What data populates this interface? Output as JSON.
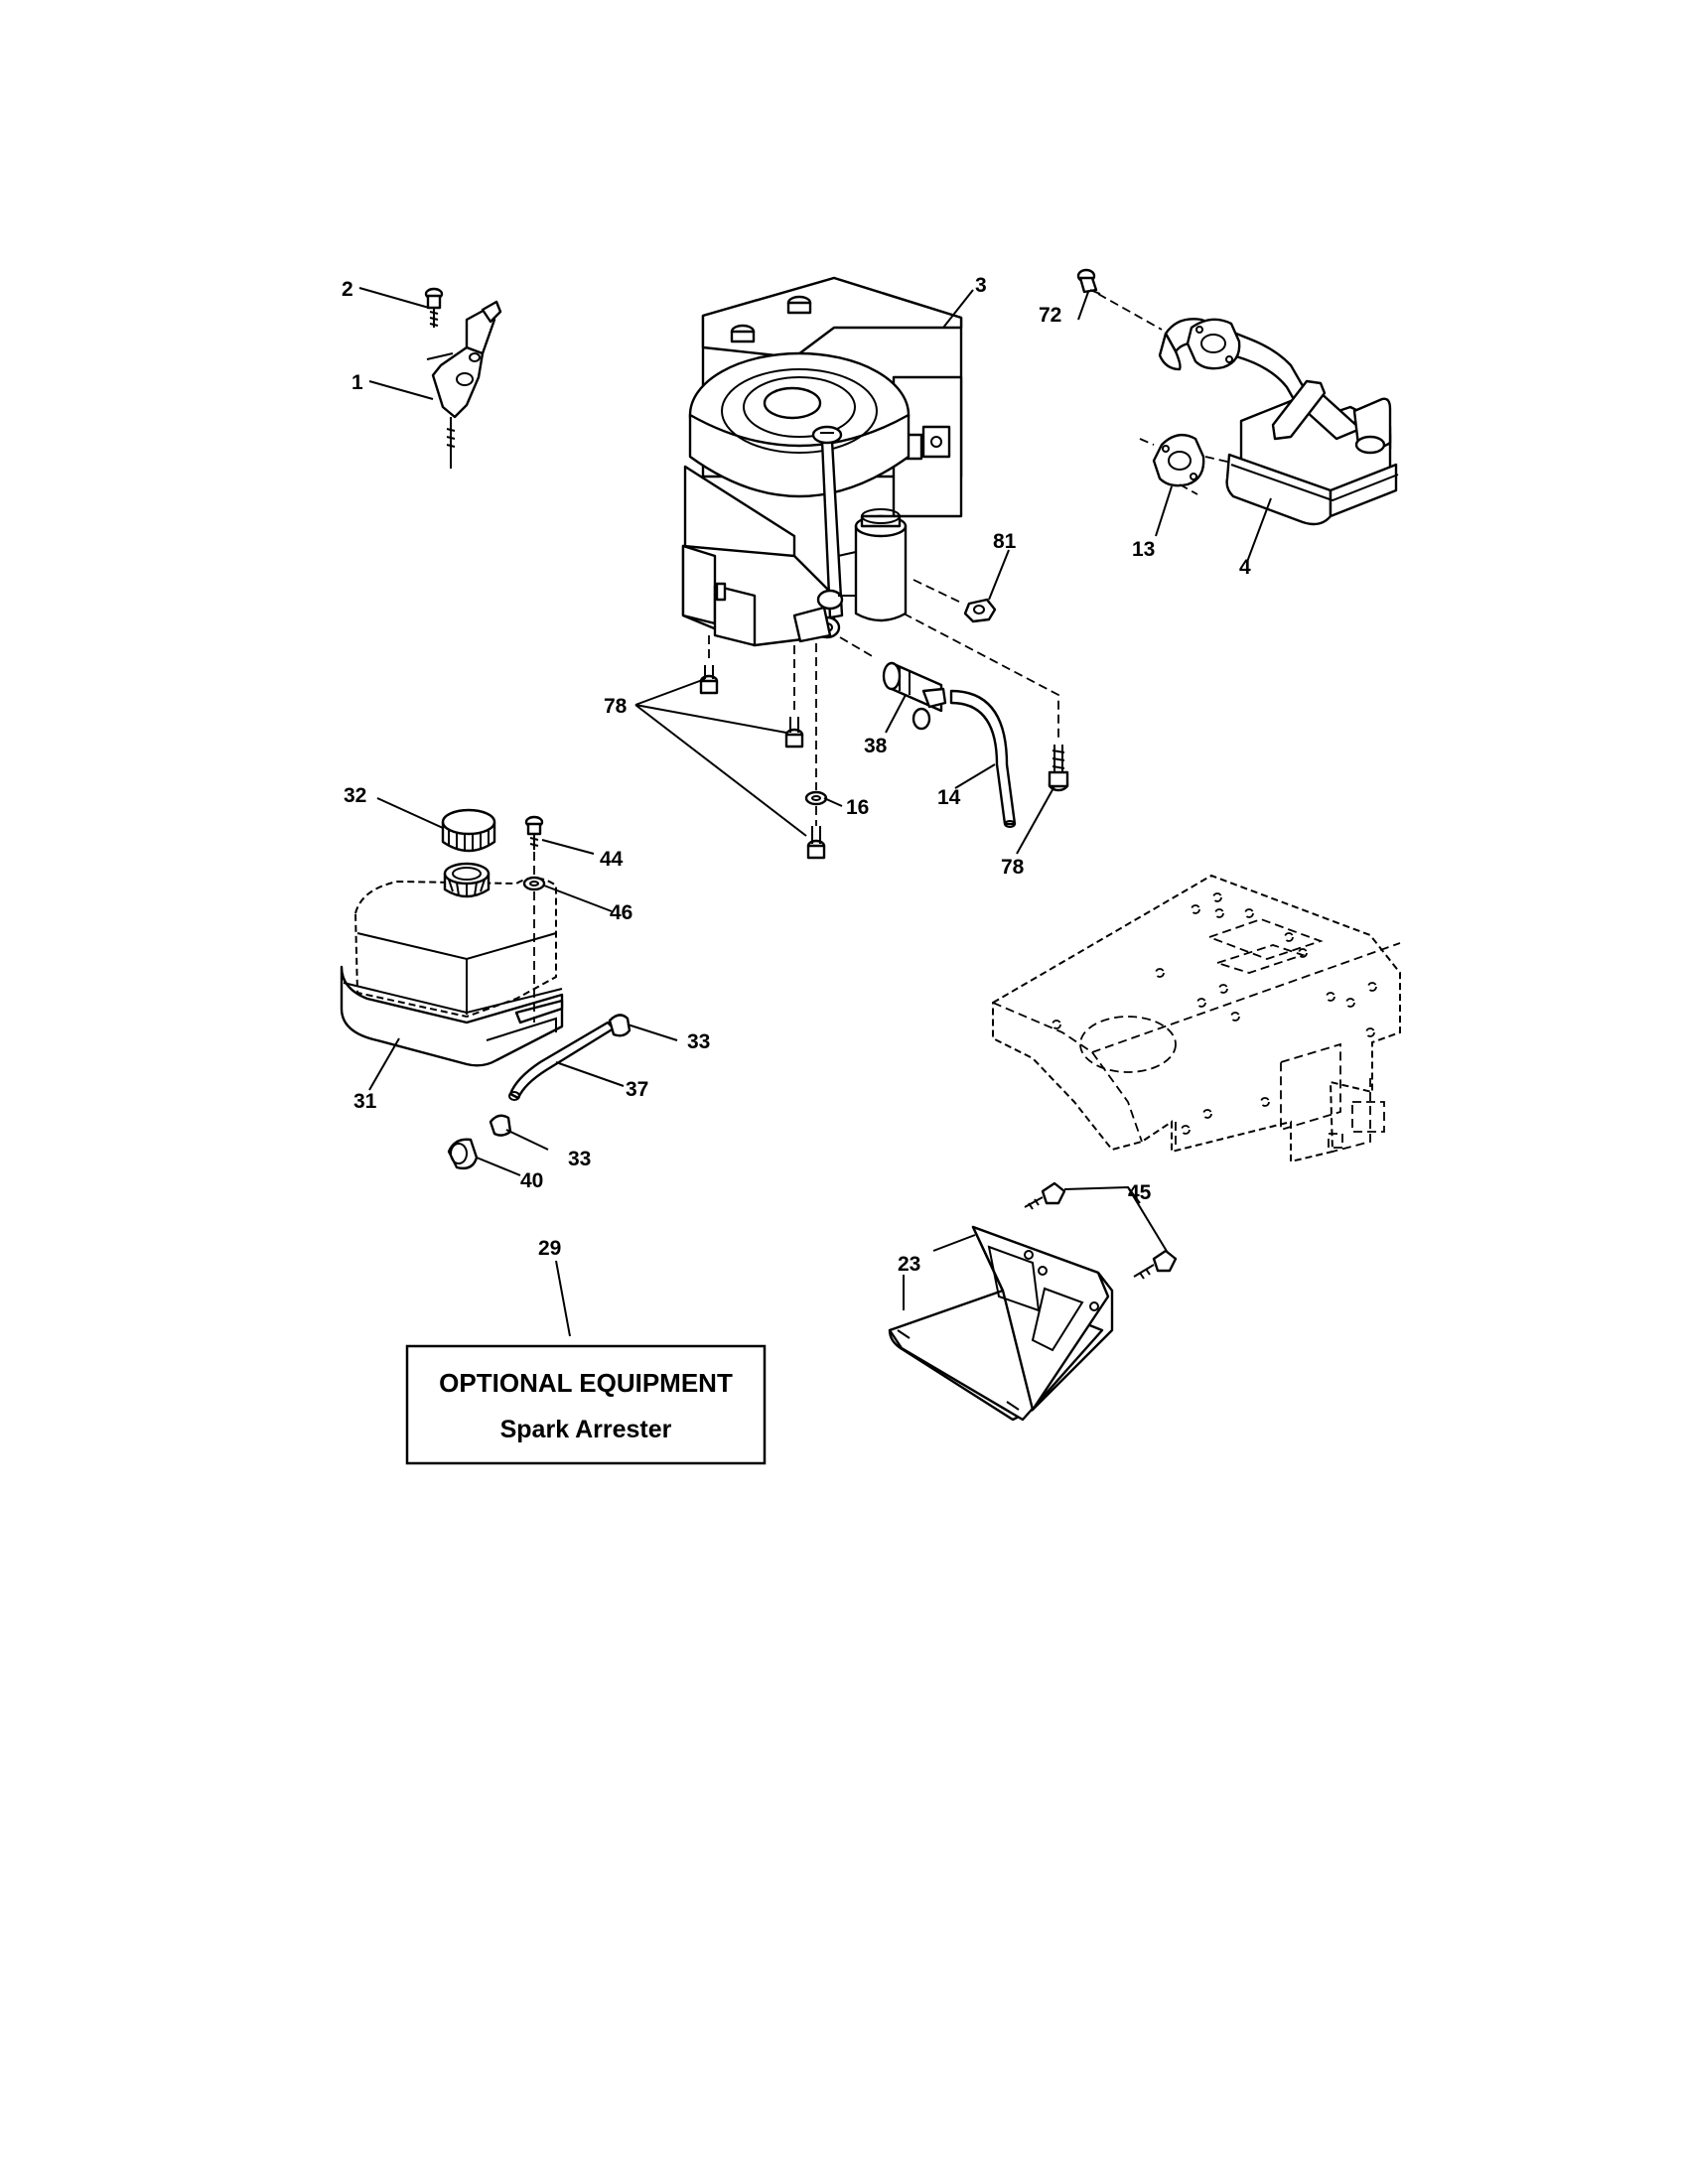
{
  "callouts": [
    {
      "id": "c2",
      "text": "2"
    },
    {
      "id": "c1",
      "text": "1"
    },
    {
      "id": "c3",
      "text": "3"
    },
    {
      "id": "c72",
      "text": "72"
    },
    {
      "id": "c13",
      "text": "13"
    },
    {
      "id": "c4",
      "text": "4"
    },
    {
      "id": "c81",
      "text": "81"
    },
    {
      "id": "c78a",
      "text": "78"
    },
    {
      "id": "c38",
      "text": "38"
    },
    {
      "id": "c14",
      "text": "14"
    },
    {
      "id": "c16",
      "text": "16"
    },
    {
      "id": "c78b",
      "text": "78"
    },
    {
      "id": "c32",
      "text": "32"
    },
    {
      "id": "c44",
      "text": "44"
    },
    {
      "id": "c46",
      "text": "46"
    },
    {
      "id": "c33a",
      "text": "33"
    },
    {
      "id": "c37",
      "text": "37"
    },
    {
      "id": "c31",
      "text": "31"
    },
    {
      "id": "c33b",
      "text": "33"
    },
    {
      "id": "c40",
      "text": "40"
    },
    {
      "id": "c29",
      "text": "29"
    },
    {
      "id": "c45",
      "text": "45"
    },
    {
      "id": "c23",
      "text": "23"
    }
  ],
  "optional_box": {
    "title": "OPTIONAL EQUIPMENT",
    "subtitle": "Spark Arrester"
  }
}
